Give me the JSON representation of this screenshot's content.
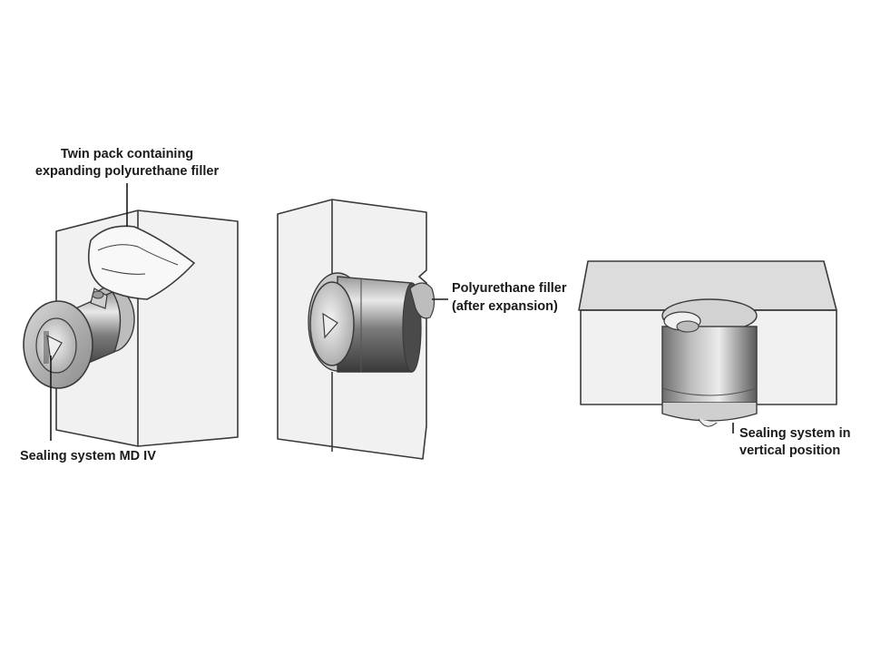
{
  "labels": {
    "twin_pack_line1": "Twin pack containing",
    "twin_pack_line2": "expanding polyurethane filler",
    "sealing_system": "Sealing system MD IV",
    "filler_line1": "Polyurethane filler",
    "filler_line2": "(after expansion)",
    "vertical_line1": "Sealing system in",
    "vertical_line2": "vertical position"
  }
}
